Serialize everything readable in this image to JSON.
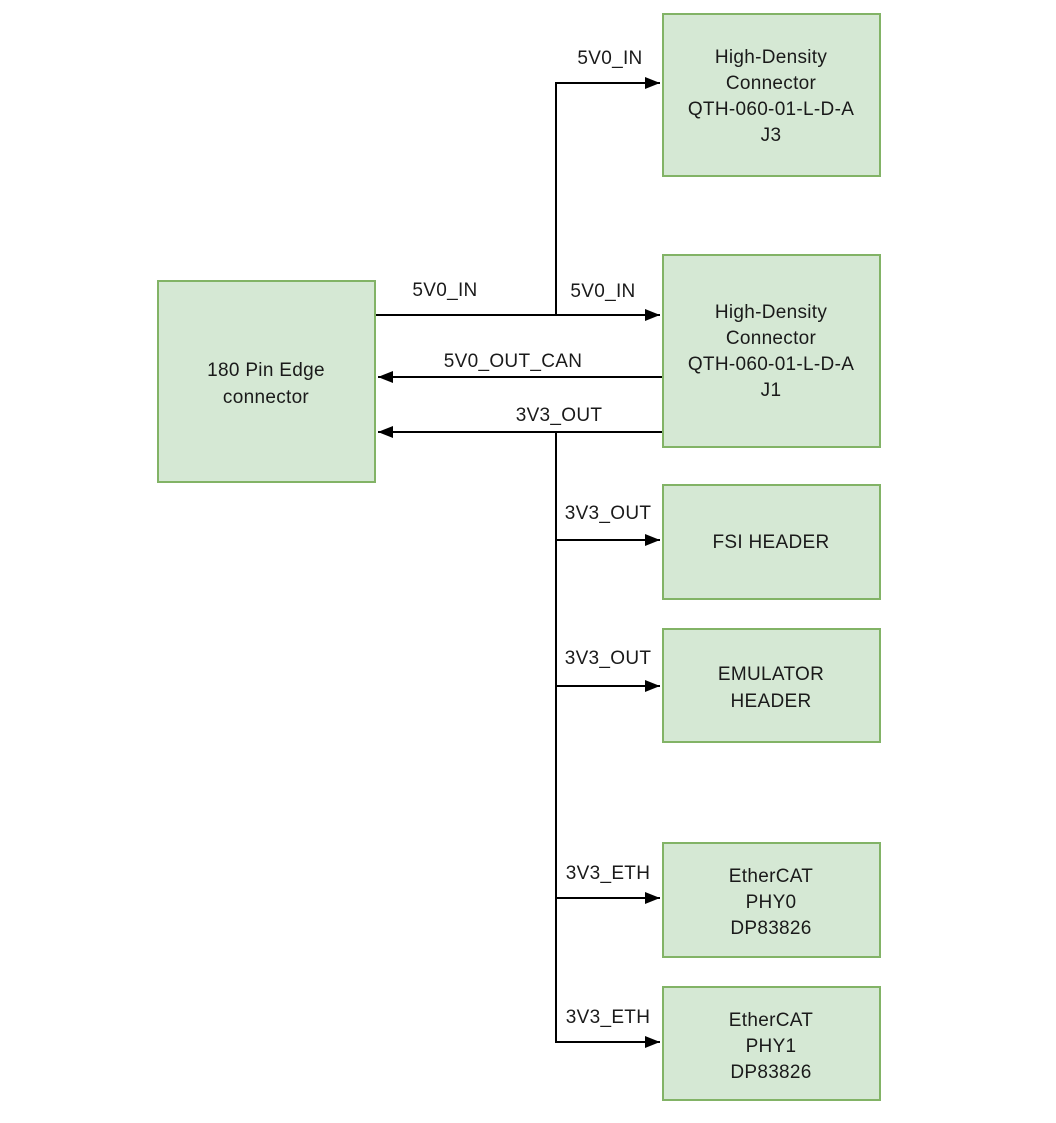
{
  "colors": {
    "box_fill": "#d5e8d4",
    "box_stroke": "#82b366",
    "line_color": "#000000",
    "text_color": "#1a1a1a"
  },
  "nodes": {
    "edge_connector": {
      "lines": [
        "180 Pin Edge",
        "connector"
      ]
    },
    "j3": {
      "lines": [
        "High-Density",
        "Connector",
        "QTH-060-01-L-D-A",
        "J3"
      ]
    },
    "j1": {
      "lines": [
        "High-Density",
        "Connector",
        "QTH-060-01-L-D-A",
        "J1"
      ]
    },
    "fsi": {
      "lines": [
        "FSI HEADER"
      ]
    },
    "emulator": {
      "lines": [
        "EMULATOR",
        "HEADER"
      ]
    },
    "phy0": {
      "lines": [
        "EtherCAT",
        "PHY0",
        "DP83826"
      ]
    },
    "phy1": {
      "lines": [
        "EtherCAT",
        "PHY1",
        "DP83826"
      ]
    }
  },
  "edge_labels": {
    "from_edge_connector": "5V0_IN",
    "into_j3": "5V0_IN",
    "into_j1": "5V0_IN",
    "out_can": "5V0_OUT_CAN",
    "out_3v3": "3V3_OUT",
    "into_fsi": "3V3_OUT",
    "into_emulator": "3V3_OUT",
    "into_phy0": "3V3_ETH",
    "into_phy1": "3V3_ETH"
  }
}
